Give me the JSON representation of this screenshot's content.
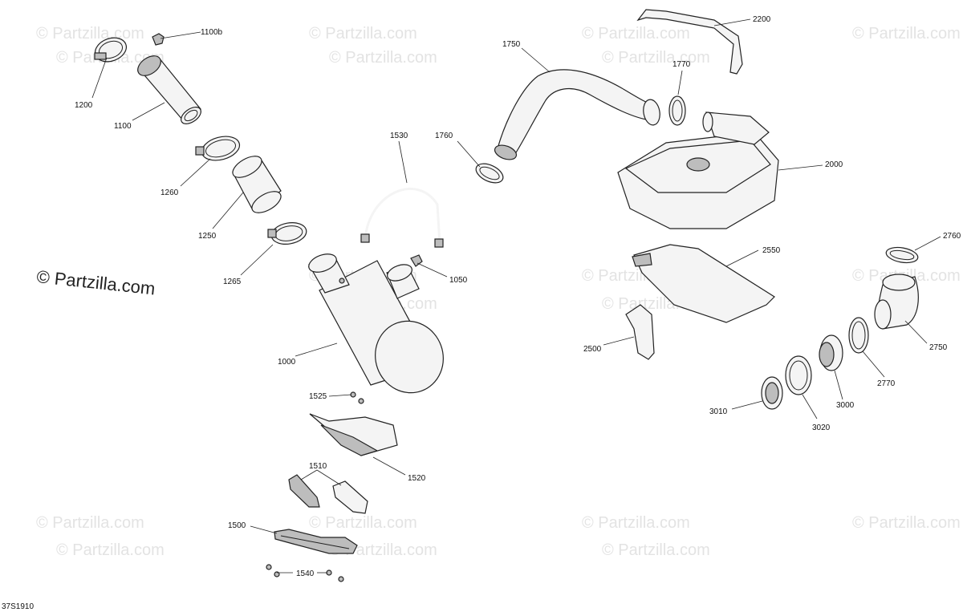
{
  "watermark": "© Partzilla.com",
  "brand": "© Partzilla.com",
  "diagram_code": "37S1910",
  "callouts": {
    "c1100b": "1100b",
    "c1200": "1200",
    "c1100": "1100",
    "c1260": "1260",
    "c1250": "1250",
    "c1265": "1265",
    "c1530": "1530",
    "c1050": "1050",
    "c1000": "1000",
    "c1525": "1525",
    "c1520": "1520",
    "c1510": "1510",
    "c1500": "1500",
    "c1540": "1540",
    "c1750": "1750",
    "c1760": "1760",
    "c1770": "1770",
    "c2200": "2200",
    "c2000": "2000",
    "c2550": "2550",
    "c2500": "2500",
    "c2760": "2760",
    "c2750": "2750",
    "c2770": "2770",
    "c3000": "3000",
    "c3010": "3010",
    "c3020": "3020"
  }
}
